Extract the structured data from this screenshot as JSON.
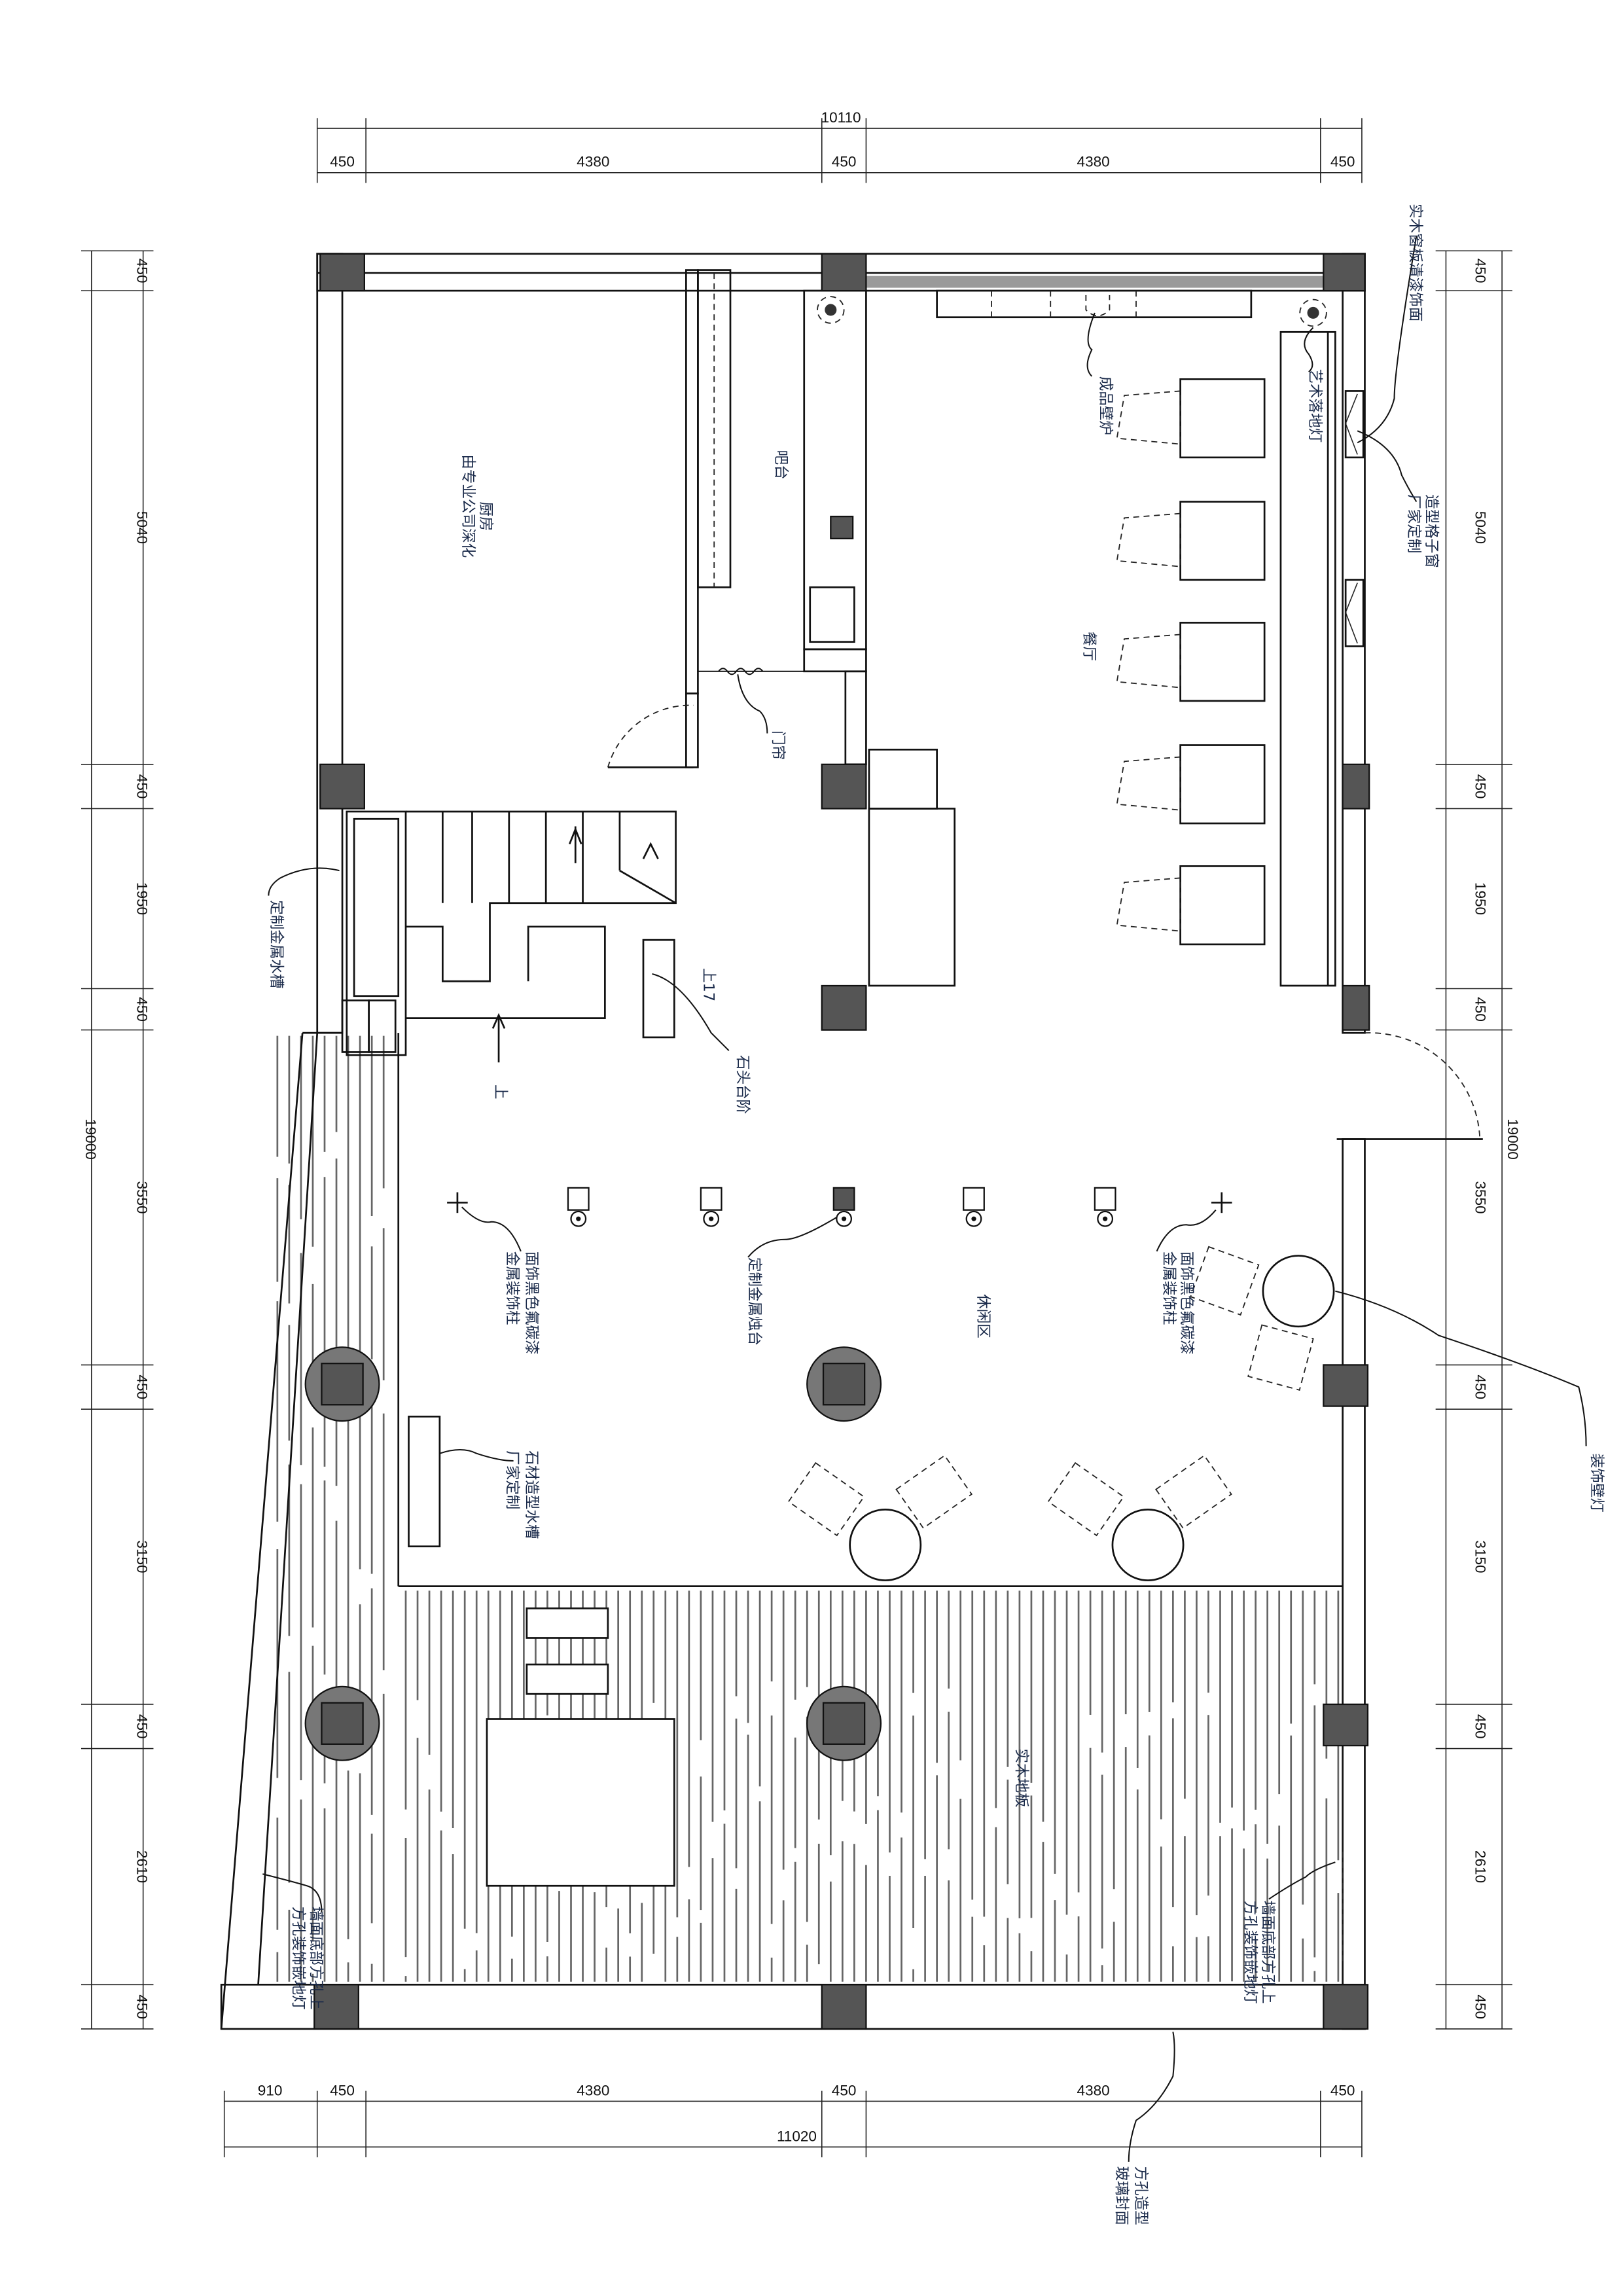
{
  "dimensions": {
    "top_total": "10110",
    "top_segments": [
      "450",
      "4380",
      "450",
      "4380",
      "450"
    ],
    "left_total": "19000",
    "left_segments": [
      "450",
      "5040",
      "450",
      "1950",
      "450",
      "3550",
      "450",
      "3150",
      "450",
      "2610",
      "450"
    ],
    "right_total": "19000",
    "right_segments": [
      "450",
      "5040",
      "450",
      "1950",
      "450",
      "3550",
      "450",
      "3150",
      "450",
      "2610",
      "450"
    ],
    "bottom_total": "11020",
    "bottom_segments": [
      "910",
      "450",
      "4380",
      "450",
      "4380",
      "450"
    ]
  },
  "rooms": {
    "kitchen": "厨房",
    "kitchen_note": "由专业公司深化",
    "bar": "吧台",
    "dining": "餐厅",
    "lounge": "休闲区",
    "floor": "实木地板"
  },
  "annotations": {
    "fireplace": "成品壁炉",
    "floor_lamp": "艺术落地灯",
    "window_panel": "实木窗板清漆饰面",
    "lattice_window_1": "造型格子窗",
    "lattice_window_2": "厂家定制",
    "door_curtain": "门帘",
    "metal_sink": "定制金属水槽",
    "step_up_17": "上17",
    "stone_steps": "石头台阶",
    "up": "上",
    "pillar_left_1": "面饰黑色氟碳漆",
    "pillar_left_2": "金属装饰柱",
    "candle_stand": "定制金属烛台",
    "pillar_right_1": "面饰黑色氟碳漆",
    "pillar_right_2": "金属装饰柱",
    "wall_lamp": "装饰壁灯",
    "stone_sink_1": "石材造型水槽",
    "stone_sink_2": "厂家定制",
    "wall_bottom_left_1": "墙面底部方孔上",
    "wall_bottom_left_2": "方孔装饰嵌地灯",
    "wall_bottom_right_1": "墙面底部方孔上",
    "wall_bottom_right_2": "方孔装饰嵌地灯",
    "square_hole_1": "方孔造型",
    "square_hole_2": "玻璃封面"
  }
}
